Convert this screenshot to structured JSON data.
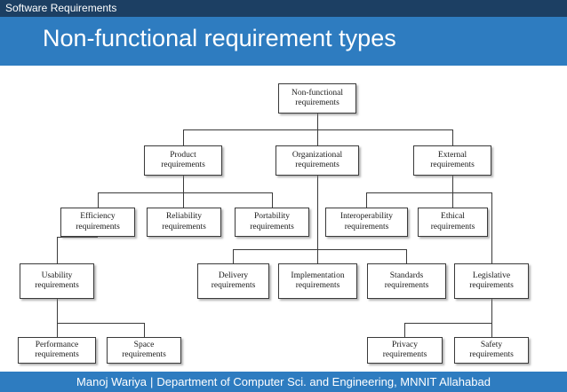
{
  "header": {
    "section_label": "Software Requirements",
    "title": "Non-functional requirement types"
  },
  "footer": {
    "author": "Manoj Wariya",
    "separator": "|",
    "affiliation": "Department of Computer Sci. and Engineering,  MNNIT Allahabad"
  },
  "colors": {
    "header_bar": "#1c3f63",
    "title_band": "#2e7cc0",
    "footer_band": "#2e7cc0",
    "node_border": "#3a3a3a",
    "node_fill": "#ffffff",
    "text": "#1a1a1a"
  },
  "diagram": {
    "type": "tree",
    "nodes": [
      {
        "id": "root",
        "line1": "Non-functional",
        "line2": "requirements"
      },
      {
        "id": "product",
        "line1": "Product",
        "line2": "requirements"
      },
      {
        "id": "organizational",
        "line1": "Organizational",
        "line2": "requirements"
      },
      {
        "id": "external",
        "line1": "External",
        "line2": "requirements"
      },
      {
        "id": "efficiency",
        "line1": "Efficiency",
        "line2": "requirements"
      },
      {
        "id": "reliability",
        "line1": "Reliability",
        "line2": "requirements"
      },
      {
        "id": "portability",
        "line1": "Portability",
        "line2": "requirements"
      },
      {
        "id": "interoperability",
        "line1": "Interoperability",
        "line2": "requirements"
      },
      {
        "id": "ethical",
        "line1": "Ethical",
        "line2": "requirements"
      },
      {
        "id": "usability",
        "line1": "Usability",
        "line2": "requirements"
      },
      {
        "id": "delivery",
        "line1": "Delivery",
        "line2": "requirements"
      },
      {
        "id": "implementation",
        "line1": "Implementation",
        "line2": "requirements"
      },
      {
        "id": "standards",
        "line1": "Standards",
        "line2": "requirements"
      },
      {
        "id": "legislative",
        "line1": "Legislative",
        "line2": "requirements"
      },
      {
        "id": "performance",
        "line1": "Performance",
        "line2": "requirements"
      },
      {
        "id": "space",
        "line1": "Space",
        "line2": "requirements"
      },
      {
        "id": "privacy",
        "line1": "Privacy",
        "line2": "requirements"
      },
      {
        "id": "safety",
        "line1": "Safety",
        "line2": "requirements"
      }
    ],
    "edges": [
      {
        "from": "root",
        "to": "product"
      },
      {
        "from": "root",
        "to": "organizational"
      },
      {
        "from": "root",
        "to": "external"
      },
      {
        "from": "product",
        "to": "efficiency"
      },
      {
        "from": "product",
        "to": "reliability"
      },
      {
        "from": "product",
        "to": "portability"
      },
      {
        "from": "organizational",
        "to": "delivery"
      },
      {
        "from": "organizational",
        "to": "implementation"
      },
      {
        "from": "organizational",
        "to": "standards"
      },
      {
        "from": "external",
        "to": "interoperability"
      },
      {
        "from": "external",
        "to": "ethical"
      },
      {
        "from": "external",
        "to": "legislative"
      },
      {
        "from": "efficiency",
        "to": "usability"
      },
      {
        "from": "efficiency",
        "to": "performance"
      },
      {
        "from": "efficiency",
        "to": "space"
      },
      {
        "from": "legislative",
        "to": "privacy"
      },
      {
        "from": "legislative",
        "to": "safety"
      }
    ]
  }
}
